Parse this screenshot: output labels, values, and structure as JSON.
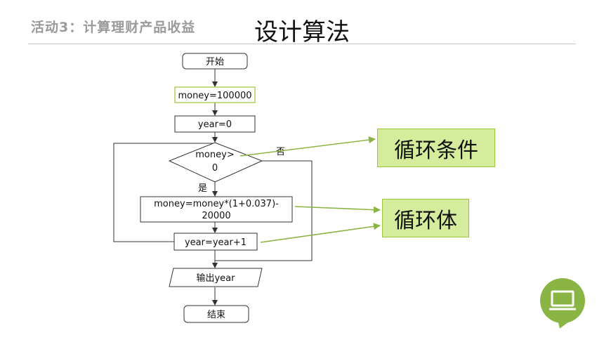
{
  "header": {
    "activity": "活动3：计算理财产品收益",
    "title": "设计算法"
  },
  "flowchart": {
    "start": "开始",
    "init_money": "money=100000",
    "init_year": "year=0",
    "condition_line1": "money>",
    "condition_line2": "0",
    "yes_label": "是",
    "no_label": "否",
    "update_money_line1": "money=money*(1+0.037)-",
    "update_money_line2": "20000",
    "update_year": "year=year+1",
    "output": "输出year",
    "end": "结束"
  },
  "callouts": {
    "loop_condition": "循环条件",
    "loop_body": "循环体"
  },
  "icons": {
    "corner_badge": "monitor-icon"
  },
  "colors": {
    "accent_green": "#8ab544",
    "callout_fill": "#d5ec9d"
  }
}
